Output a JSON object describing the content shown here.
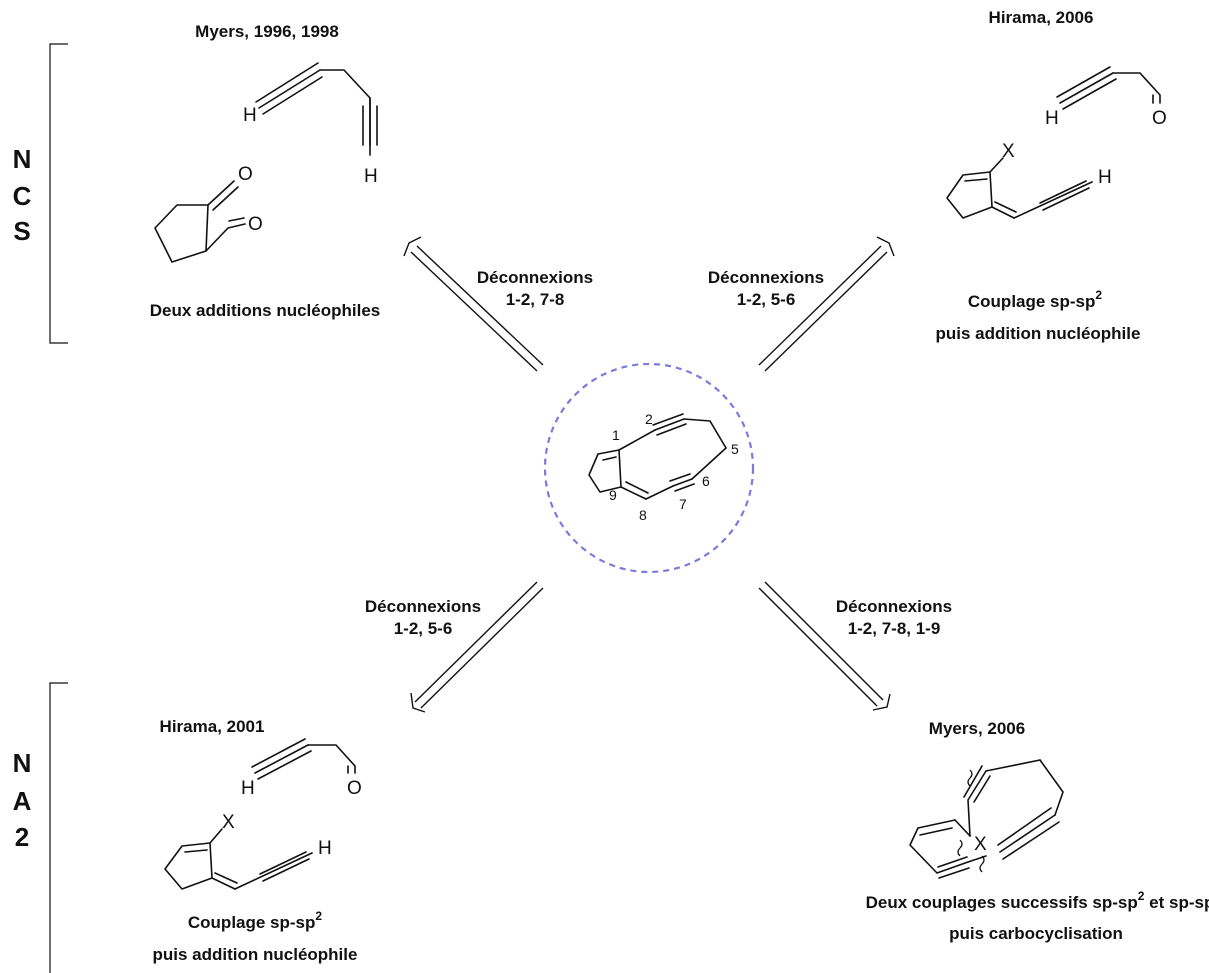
{
  "center": {
    "locants": [
      "1",
      "2",
      "5",
      "6",
      "7",
      "8",
      "9"
    ],
    "ring_color": "#7b7bdc"
  },
  "side_labels": {
    "top": [
      "N",
      "C",
      "S"
    ],
    "bottom": [
      "N",
      "A",
      "2"
    ]
  },
  "quadrants": {
    "top_left": {
      "citation": "Myers, 1996, 1998",
      "arrow_label": [
        "Déconnexions",
        "1-2, 7-8"
      ],
      "description": [
        "Deux additions nucléophiles"
      ],
      "atoms": {
        "o1": "O",
        "o2": "O",
        "h1": "H",
        "h2": "H"
      }
    },
    "top_right": {
      "citation": "Hirama, 2006",
      "arrow_label": [
        "Déconnexions",
        "1-2, 5-6"
      ],
      "description": [
        "Couplage sp-sp",
        "puis addition nucléophile"
      ],
      "superscript": "2",
      "atoms": {
        "h1": "H",
        "o1": "O",
        "x1": "X",
        "h2": "H"
      }
    },
    "bottom_left": {
      "citation": "Hirama, 2001",
      "arrow_label": [
        "Déconnexions",
        "1-2, 5-6"
      ],
      "description": [
        "Couplage sp-sp",
        "puis addition nucléophile"
      ],
      "superscript": "2",
      "atoms": {
        "h1": "H",
        "o1": "O",
        "x1": "X",
        "h2": "H"
      }
    },
    "bottom_right": {
      "citation": "Myers, 2006",
      "arrow_label": [
        "Déconnexions",
        "1-2, 7-8, 1-9"
      ],
      "description_parts": [
        "Deux couplages successifs sp-sp",
        "2",
        " et sp-sp"
      ],
      "description_line2": "puis carbocyclisation",
      "atoms": {
        "x1": "X"
      }
    }
  }
}
